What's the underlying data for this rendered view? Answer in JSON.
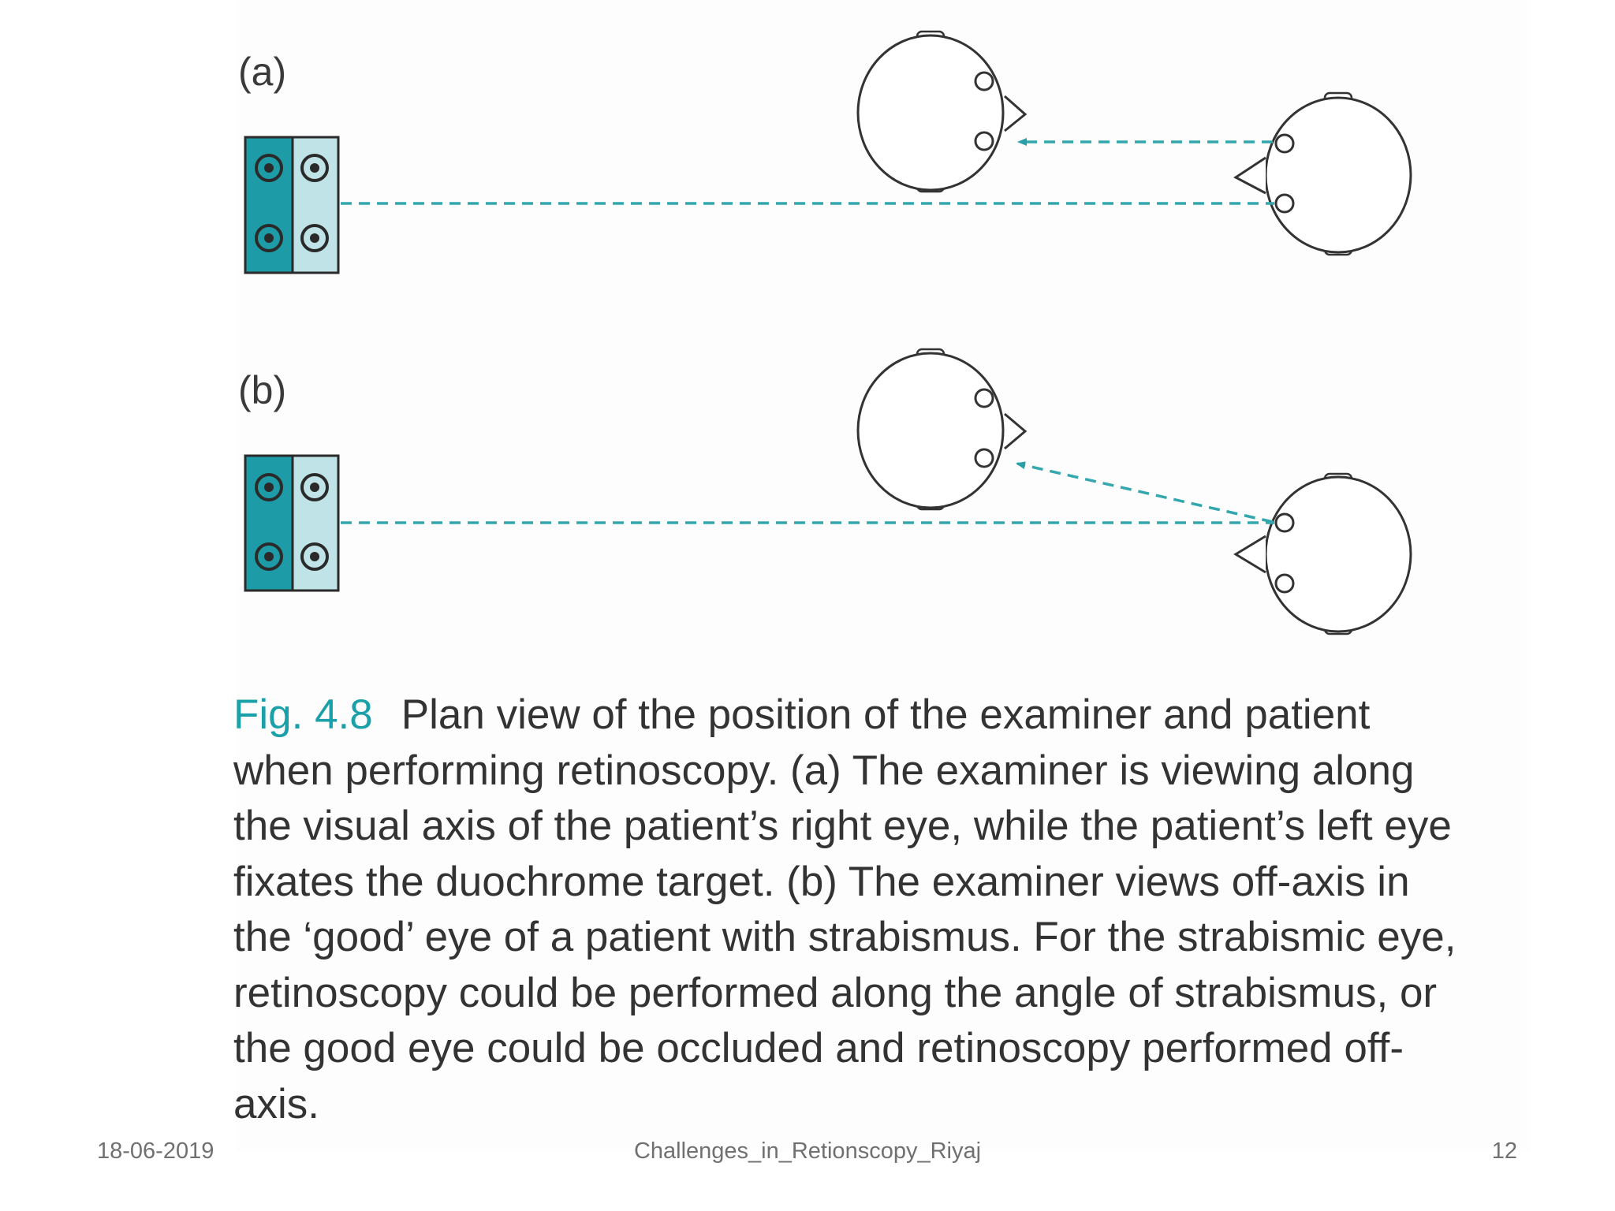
{
  "panels": [
    {
      "label": "(a)"
    },
    {
      "label": "(b)"
    }
  ],
  "caption": {
    "figure_number": "Fig. 4.8",
    "text": "Plan view of the position of the examiner and patient when performing retinoscopy. (a) The examiner is viewing along the visual axis of the patient’s right eye, while the patient’s left eye fixates the duochrome target. (b) The examiner views off-axis in the ‘good’ eye of a patient with strabismus. For the strabismic eye, retinoscopy could be performed along the angle of strabismus, or the good eye could be occluded and retinoscopy performed off-axis."
  },
  "footer": {
    "date": "18-06-2019",
    "title": "Challenges_in_Retionscopy_Riyaj",
    "page_number": "12"
  },
  "colors": {
    "duochrome_dark": "#1d9ba6",
    "duochrome_light": "#bfe3e6",
    "line_teal": "#33a7ad",
    "caption_accent": "#1aa0a8"
  },
  "icons": [
    "duochrome-target-icon",
    "examiner-head-icon",
    "patient-head-icon",
    "arrow-head-icon"
  ]
}
